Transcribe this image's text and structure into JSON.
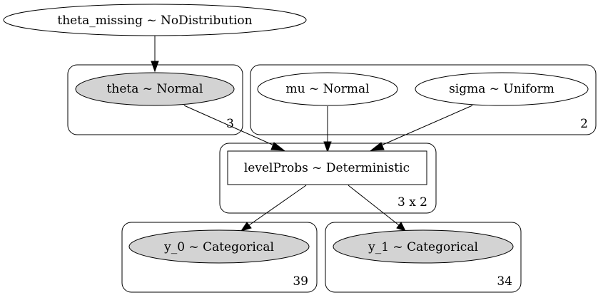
{
  "colors": {
    "observed_fill": "#d3d3d3",
    "latent_fill": "#ffffff",
    "stroke": "#000000"
  },
  "nodes": {
    "theta_missing": {
      "label": "theta_missing ~ NoDistribution",
      "shape": "ellipse",
      "observed": false
    },
    "theta": {
      "label": "theta ~ Normal",
      "shape": "ellipse",
      "observed": true
    },
    "mu": {
      "label": "mu ~ Normal",
      "shape": "ellipse",
      "observed": false
    },
    "sigma": {
      "label": "sigma ~ Uniform",
      "shape": "ellipse",
      "observed": false
    },
    "levelProbs": {
      "label": "levelProbs ~ Deterministic",
      "shape": "box",
      "observed": false
    },
    "y_0": {
      "label": "y_0 ~ Categorical",
      "shape": "ellipse",
      "observed": true
    },
    "y_1": {
      "label": "y_1 ~ Categorical",
      "shape": "ellipse",
      "observed": true
    }
  },
  "plates": {
    "theta_plate": {
      "label": "3"
    },
    "mu_sigma_plate": {
      "label": "2"
    },
    "levelProbs_plate": {
      "label": "3 x 2"
    },
    "y_0_plate": {
      "label": "39"
    },
    "y_1_plate": {
      "label": "34"
    }
  },
  "edges": [
    {
      "from": "theta_missing",
      "to": "theta"
    },
    {
      "from": "theta",
      "to": "levelProbs"
    },
    {
      "from": "mu",
      "to": "levelProbs"
    },
    {
      "from": "sigma",
      "to": "levelProbs"
    },
    {
      "from": "levelProbs",
      "to": "y_0"
    },
    {
      "from": "levelProbs",
      "to": "y_1"
    }
  ]
}
